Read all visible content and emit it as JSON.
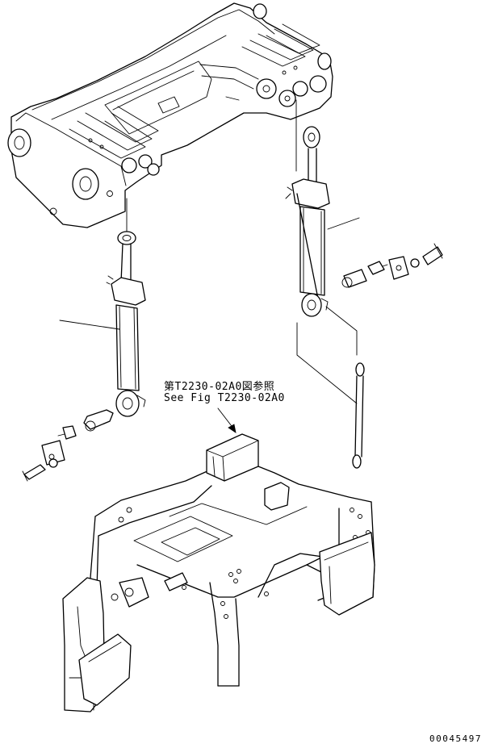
{
  "figure": {
    "reference_note_jp": "第T2230-02A0図参照",
    "reference_note_en": "See Fig T2230-02A0",
    "drawing_number": "00045497"
  }
}
